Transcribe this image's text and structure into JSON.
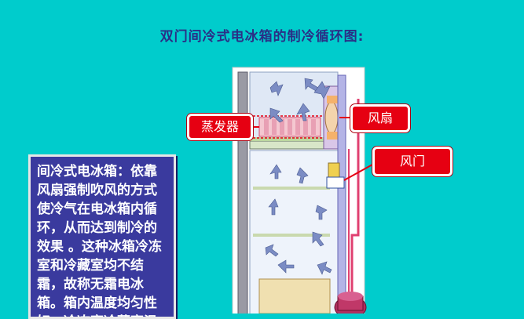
{
  "title": "双门间冷式电冰箱的制冷循环图:",
  "labels": {
    "evaporator": "蒸发器",
    "fan": "风扇",
    "damper": "风门"
  },
  "description": "间冷式电冰箱：依靠风扇强制吹风的方式使冷气在电冰箱内循环，从而达到制冷的效果 。这种冰箱冷冻室和冷藏室均不结霜，故称无霜电冰箱。箱内温度均匀性好，冷冻室冷藏室温度通",
  "colors": {
    "background": "#00cccc",
    "callout": "#e60012",
    "textbox": "#3a3a9e",
    "airflow": "#7b8cc4"
  }
}
